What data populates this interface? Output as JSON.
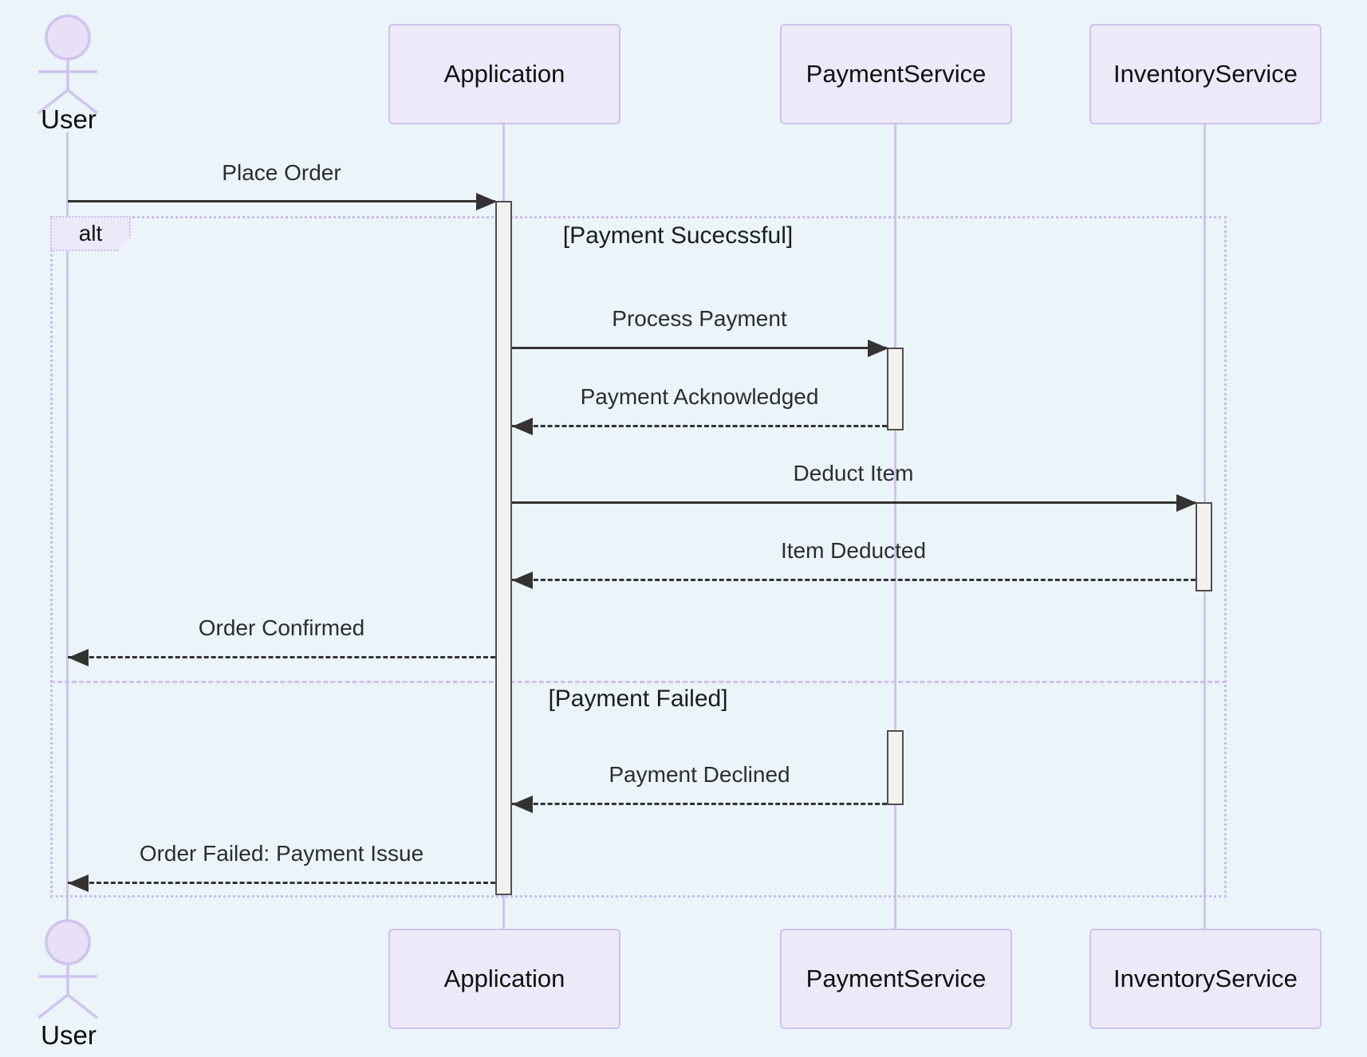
{
  "diagram_type": "uml-sequence-diagram",
  "actors": {
    "user": {
      "name": "User",
      "kind": "actor"
    },
    "application": {
      "name": "Application",
      "kind": "participant"
    },
    "payment_service": {
      "name": "PaymentService",
      "kind": "participant"
    },
    "inventory_service": {
      "name": "InventoryService",
      "kind": "participant"
    }
  },
  "messages": [
    {
      "from": "User",
      "to": "Application",
      "label": "Place Order",
      "line": "solid"
    },
    {
      "from": "Application",
      "to": "PaymentService",
      "label": "Process Payment",
      "line": "solid"
    },
    {
      "from": "PaymentService",
      "to": "Application",
      "label": "Payment Acknowledged",
      "line": "dashed"
    },
    {
      "from": "Application",
      "to": "InventoryService",
      "label": "Deduct Item",
      "line": "solid"
    },
    {
      "from": "InventoryService",
      "to": "Application",
      "label": "Item Deducted",
      "line": "dashed"
    },
    {
      "from": "Application",
      "to": "User",
      "label": "Order Confirmed",
      "line": "dashed"
    },
    {
      "from": "PaymentService",
      "to": "Application",
      "label": "Payment Declined",
      "line": "dashed"
    },
    {
      "from": "Application",
      "to": "User",
      "label": "Order Failed: Payment Issue",
      "line": "dashed"
    }
  ],
  "alt_block": {
    "operator": "alt",
    "success_guard": "[Payment Sucecssful]",
    "failed_guard": "[Payment Failed]"
  },
  "colors": {
    "background": "#eaf4f9",
    "participant_fill": "#ece9f9",
    "participant_border": "#cdc3e8",
    "lifeline": "#cfc4ec",
    "activation_fill": "#f3f1ee",
    "activation_border": "#4f4f4f",
    "message_line": "#333333",
    "message_text": "#2d2d2d",
    "frame_border": "#c9bee7"
  }
}
